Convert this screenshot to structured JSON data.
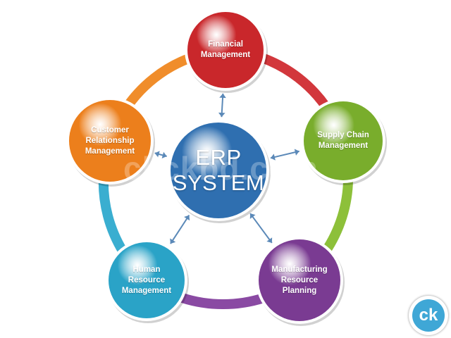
{
  "center": {
    "label": "ERP\nSYSTEM",
    "color": "#2f6fb0"
  },
  "modules": [
    {
      "id": "financial",
      "label": "Financial\nManagement",
      "color": "#c9272b",
      "ring_color": "#d2373c"
    },
    {
      "id": "supply-chain",
      "label": "Supply Chain\nManagement",
      "color": "#79ad2c",
      "ring_color": "#8dc03a"
    },
    {
      "id": "manufacturing",
      "label": "Manufacturing\nResource\nPlanning",
      "color": "#7a3b92",
      "ring_color": "#8a4aa3"
    },
    {
      "id": "human-resource",
      "label": "Human\nResource\nManagement",
      "color": "#2aa3c7",
      "ring_color": "#3aaed0"
    },
    {
      "id": "crm",
      "label": "Customer\nRelationship\nManagement",
      "color": "#ec7f1c",
      "ring_color": "#f08d2b"
    }
  ],
  "arrow_color": "#5b89b8",
  "watermark": {
    "text": "clickbd.com"
  },
  "badge": {
    "text": "ck"
  }
}
